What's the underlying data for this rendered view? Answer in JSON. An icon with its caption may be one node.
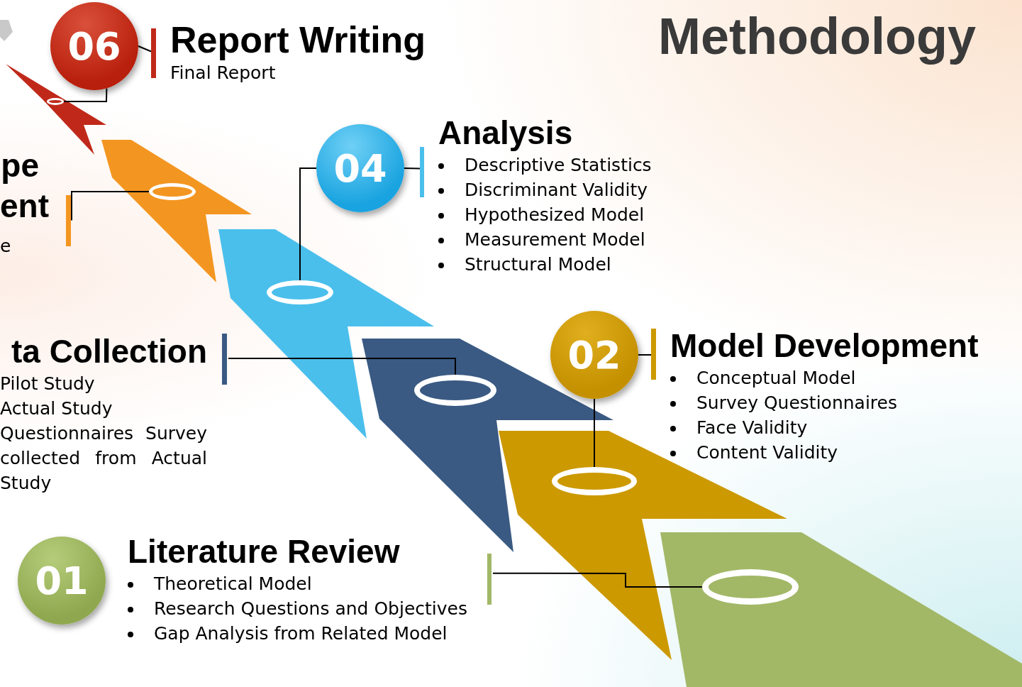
{
  "diagram": {
    "title": "Methodology",
    "nodes": [
      {
        "text": [
          "06"
        ]
      },
      {
        "text": [
          "Report Writing",
          "Final Report"
        ]
      },
      {
        "text": [],
        "shape": "circle"
      },
      {
        "text": [
          "pe ent",
          "e"
        ]
      },
      {
        "text": [],
        "shape": "circle"
      },
      {
        "text": [
          "04"
        ]
      },
      {
        "text": [
          "Analysis",
          "Descriptive Statistics",
          "Discriminant Validity",
          "Hypothesized Model",
          "Measurement Model",
          "Structural Model"
        ]
      },
      {
        "text": [],
        "shape": "circle"
      },
      {
        "text": [
          "ta Collection",
          "Pilot Study",
          "Actual Study",
          "Questionnaires Survey collected from Actual Study"
        ]
      },
      {
        "text": [],
        "shape": "circle"
      },
      {
        "text": [
          "02"
        ]
      },
      {
        "text": [
          "Model Development",
          "Conceptual Model",
          "Survey Questionnaires",
          "Face Validity",
          "Content Validity"
        ]
      },
      {
        "text": [],
        "shape": "circle"
      },
      {
        "text": [
          "01"
        ]
      },
      {
        "text": [
          "Literature Review",
          "Theoretical Model",
          "Research Questions and Objectives",
          "Gap Analysis from Related Model"
        ]
      },
      {
        "text": [],
        "shape": "circle"
      }
    ],
    "edges": [
      {
        "from": 0,
        "to": 1,
        "arrow": "none"
      },
      {
        "from": 0,
        "to": 2,
        "arrow": "none"
      },
      {
        "from": 3,
        "to": 4,
        "arrow": "none"
      },
      {
        "from": 5,
        "to": 6,
        "arrow": "none"
      },
      {
        "from": 5,
        "to": 7,
        "arrow": "none"
      },
      {
        "from": 8,
        "to": 9,
        "arrow": "none"
      },
      {
        "from": 10,
        "to": 11,
        "arrow": "none"
      },
      {
        "from": 10,
        "to": 12,
        "arrow": "none"
      },
      {
        "from": 14,
        "to": 15,
        "arrow": "none"
      }
    ]
  }
}
